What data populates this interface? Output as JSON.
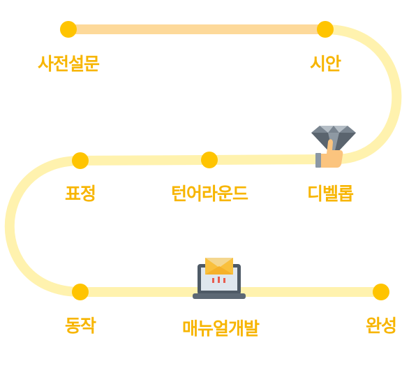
{
  "steps": [
    {
      "label": "사전설문"
    },
    {
      "label": "시안"
    },
    {
      "label": "디벨롭"
    },
    {
      "label": "턴어라운드"
    },
    {
      "label": "표정"
    },
    {
      "label": "동작"
    },
    {
      "label": "매뉴얼개발"
    },
    {
      "label": "완성"
    }
  ],
  "icons": {
    "diamond": "diamond-thumbs-up-icon",
    "laptop": "laptop-mail-icon"
  },
  "colors": {
    "path_top": "#fdd99a",
    "path": "#fff2ae",
    "dot": "#ffc400",
    "label": "#f7b500"
  }
}
